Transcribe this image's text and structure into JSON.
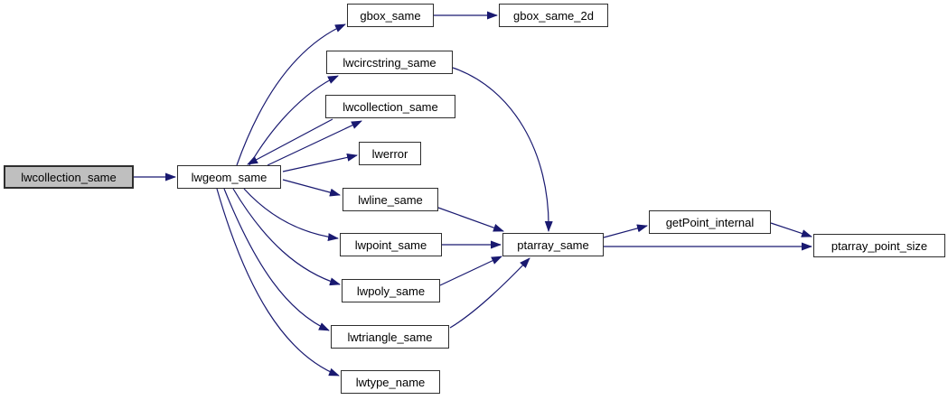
{
  "diagram": {
    "type": "call-graph",
    "description": "Doxygen-style call graph for lwcollection_same",
    "nodes": [
      {
        "id": "lwcollection_same_root",
        "label": "lwcollection_same",
        "highlighted": true,
        "role": "entry"
      },
      {
        "id": "lwgeom_same",
        "label": "lwgeom_same",
        "highlighted": false,
        "role": "call"
      },
      {
        "id": "gbox_same",
        "label": "gbox_same",
        "highlighted": false,
        "role": "call"
      },
      {
        "id": "gbox_same_2d",
        "label": "gbox_same_2d",
        "highlighted": false,
        "role": "call"
      },
      {
        "id": "lwcircstring_same",
        "label": "lwcircstring_same",
        "highlighted": false,
        "role": "call"
      },
      {
        "id": "lwcollection_same",
        "label": "lwcollection_same",
        "highlighted": false,
        "role": "call"
      },
      {
        "id": "lwerror",
        "label": "lwerror",
        "highlighted": false,
        "role": "call"
      },
      {
        "id": "lwline_same",
        "label": "lwline_same",
        "highlighted": false,
        "role": "call"
      },
      {
        "id": "lwpoint_same",
        "label": "lwpoint_same",
        "highlighted": false,
        "role": "call"
      },
      {
        "id": "lwpoly_same",
        "label": "lwpoly_same",
        "highlighted": false,
        "role": "call"
      },
      {
        "id": "lwtriangle_same",
        "label": "lwtriangle_same",
        "highlighted": false,
        "role": "call"
      },
      {
        "id": "lwtype_name",
        "label": "lwtype_name",
        "highlighted": false,
        "role": "call"
      },
      {
        "id": "ptarray_same",
        "label": "ptarray_same",
        "highlighted": false,
        "role": "call"
      },
      {
        "id": "getPoint_internal",
        "label": "getPoint_internal",
        "highlighted": false,
        "role": "call"
      },
      {
        "id": "ptarray_point_size",
        "label": "ptarray_point_size",
        "highlighted": false,
        "role": "call"
      }
    ],
    "edges": [
      {
        "from": "lwcollection_same_root",
        "to": "lwgeom_same"
      },
      {
        "from": "lwgeom_same",
        "to": "gbox_same"
      },
      {
        "from": "lwgeom_same",
        "to": "lwcircstring_same"
      },
      {
        "from": "lwgeom_same",
        "to": "lwcollection_same"
      },
      {
        "from": "lwcollection_same",
        "to": "lwgeom_same"
      },
      {
        "from": "lwgeom_same",
        "to": "lwerror"
      },
      {
        "from": "lwgeom_same",
        "to": "lwline_same"
      },
      {
        "from": "lwgeom_same",
        "to": "lwpoint_same"
      },
      {
        "from": "lwgeom_same",
        "to": "lwpoly_same"
      },
      {
        "from": "lwgeom_same",
        "to": "lwtriangle_same"
      },
      {
        "from": "lwgeom_same",
        "to": "lwtype_name"
      },
      {
        "from": "gbox_same",
        "to": "gbox_same_2d"
      },
      {
        "from": "lwcircstring_same",
        "to": "ptarray_same"
      },
      {
        "from": "lwline_same",
        "to": "ptarray_same"
      },
      {
        "from": "lwpoint_same",
        "to": "ptarray_same"
      },
      {
        "from": "lwpoly_same",
        "to": "ptarray_same"
      },
      {
        "from": "lwtriangle_same",
        "to": "ptarray_same"
      },
      {
        "from": "ptarray_same",
        "to": "getPoint_internal"
      },
      {
        "from": "ptarray_same",
        "to": "ptarray_point_size"
      },
      {
        "from": "getPoint_internal",
        "to": "ptarray_point_size"
      }
    ],
    "colors": {
      "edge": "#191970",
      "node_border": "#2e2e2e",
      "node_fill": "#ffffff",
      "highlight_fill": "#bfbfbf",
      "text": "#000000",
      "background": "#ffffff"
    }
  }
}
